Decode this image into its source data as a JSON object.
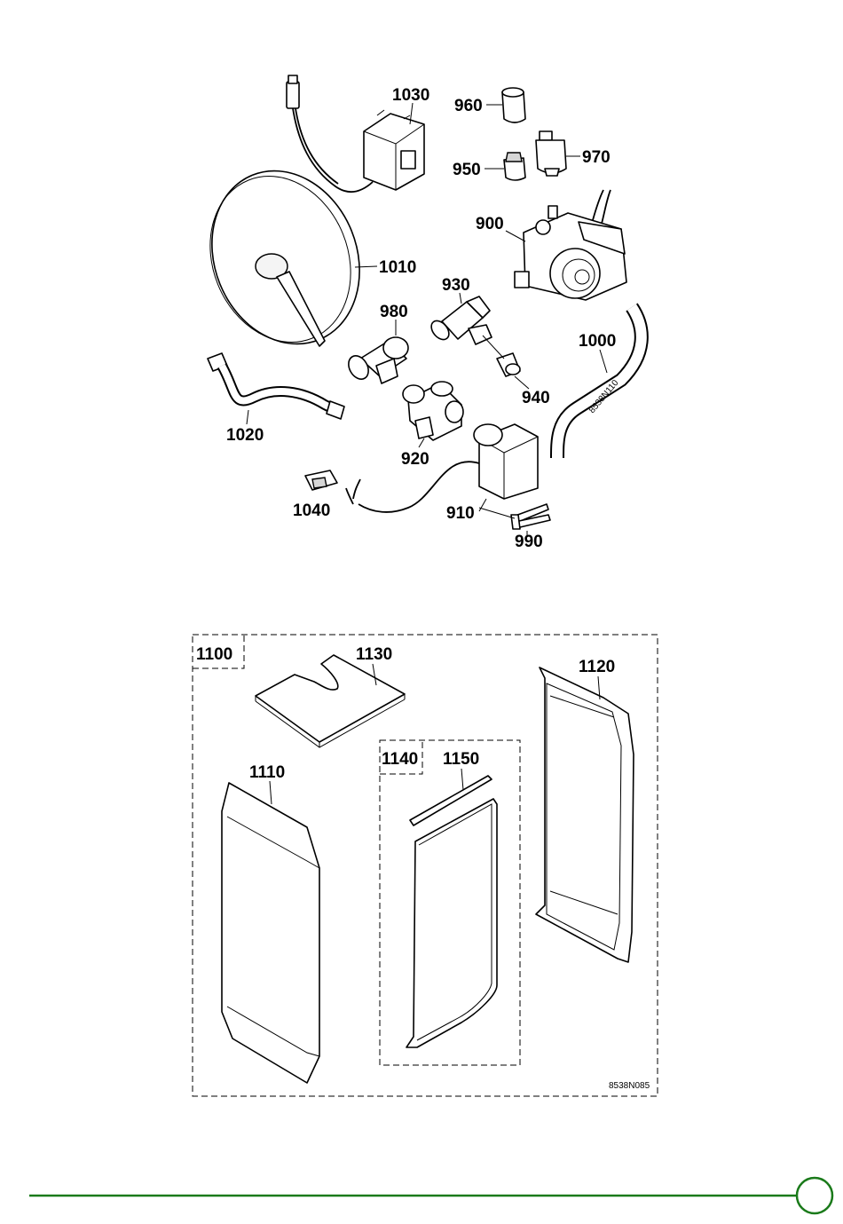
{
  "diagram_top": {
    "labels": {
      "p1030": "1030",
      "p960": "960",
      "p970": "970",
      "p950": "950",
      "p900": "900",
      "p1010": "1010",
      "p930": "930",
      "p980": "980",
      "p1000": "1000",
      "p940": "940",
      "p1020": "1020",
      "p920": "920",
      "p1040": "1040",
      "p910": "910",
      "p990": "990"
    },
    "hose_code": "8538N110"
  },
  "diagram_bottom": {
    "labels": {
      "p1100": "1100",
      "p1130": "1130",
      "p1120": "1120",
      "p1110": "1110",
      "p1140": "1140",
      "p1150": "1150"
    },
    "drawing_code": "8538N085"
  },
  "footer": {
    "rule_color": "#1a7a1a"
  }
}
